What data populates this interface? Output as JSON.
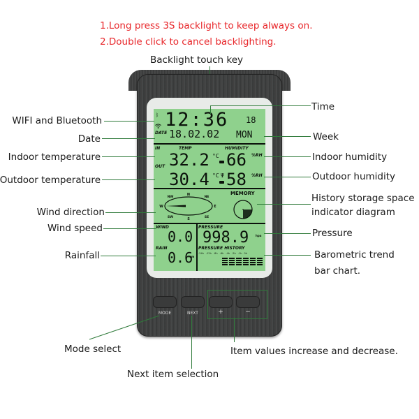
{
  "notes": [
    "1.Long press 3S backlight to keep always on.",
    "2.Double click to cancel backlighting."
  ],
  "callouts": {
    "backlight": "Backlight touch key",
    "wifi": "WIFI and Bluetooth",
    "date": "Date",
    "indoor_temp": "Indoor temperature",
    "outdoor_temp": "Outdoor temperature",
    "wind_dir": "Wind direction",
    "wind_speed": "Wind speed",
    "rainfall": "Rainfall",
    "time": "Time",
    "week": "Week",
    "indoor_hum": "Indoor humidity",
    "outdoor_hum": "Outdoor humidity",
    "history_1": "History storage space",
    "history_2": "indicator diagram",
    "pressure": "Pressure",
    "baro_1": "Barometric trend",
    "baro_2": "bar chart.",
    "mode": "Mode select",
    "next": "Next item selection",
    "plusminus": "Item values increase and decrease."
  },
  "display": {
    "time": "12:36",
    "seconds": "18",
    "date_label": "DATE",
    "date": "18.02.02",
    "weekday": "MON",
    "in_label": "IN",
    "out_label": "OUT",
    "temp_label": "TEMP",
    "humidity_label": "HUMIDITY",
    "indoor_temp": "32.2",
    "outdoor_temp": "30.4",
    "temp_unit": "°C",
    "indoor_humidity": "66",
    "outdoor_humidity": "58",
    "hum_unit": "%RH",
    "compass": {
      "n": "N",
      "ne": "NE",
      "e": "E",
      "se": "SE",
      "s": "S",
      "sw": "SW",
      "w": "W",
      "nw": "NW"
    },
    "memory_label": "MEMORY",
    "wind_label": "WIND",
    "wind_speed": "0.0",
    "rain_label": "RAIN",
    "rainfall": "0.6",
    "rain_unit": "mm",
    "pressure_label": "PRESSURE",
    "pressure": "998.9",
    "pressure_unit": "hpa",
    "history_label": "PRESSURE HISTORY",
    "history_ticks": [
      "-24h",
      "-12h",
      "-8h",
      "-6h",
      "-4h",
      "-2h",
      "-1h",
      "0h"
    ]
  },
  "buttons": {
    "mode": "MODE",
    "next": "NEXT",
    "plus": "+",
    "minus": "−"
  }
}
